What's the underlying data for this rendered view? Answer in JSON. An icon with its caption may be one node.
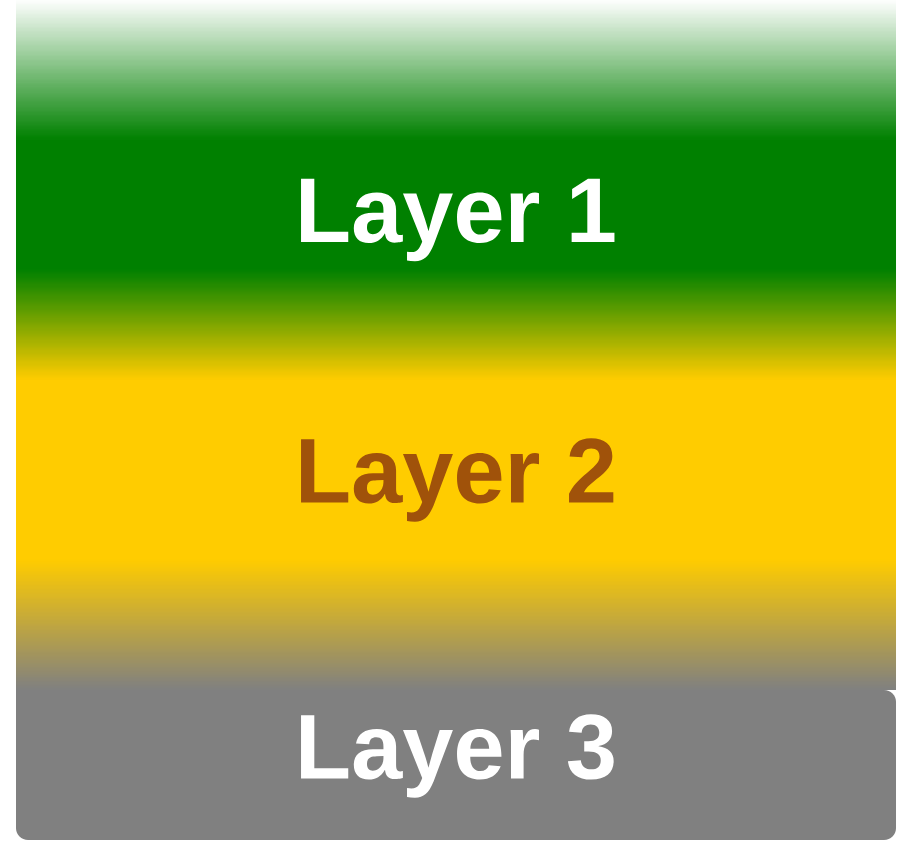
{
  "diagram": {
    "nodes": [
      {
        "text": [
          "Layer 1"
        ]
      },
      {
        "text": [
          "Layer 2"
        ]
      },
      {
        "text": [
          "Layer 3"
        ]
      }
    ]
  }
}
